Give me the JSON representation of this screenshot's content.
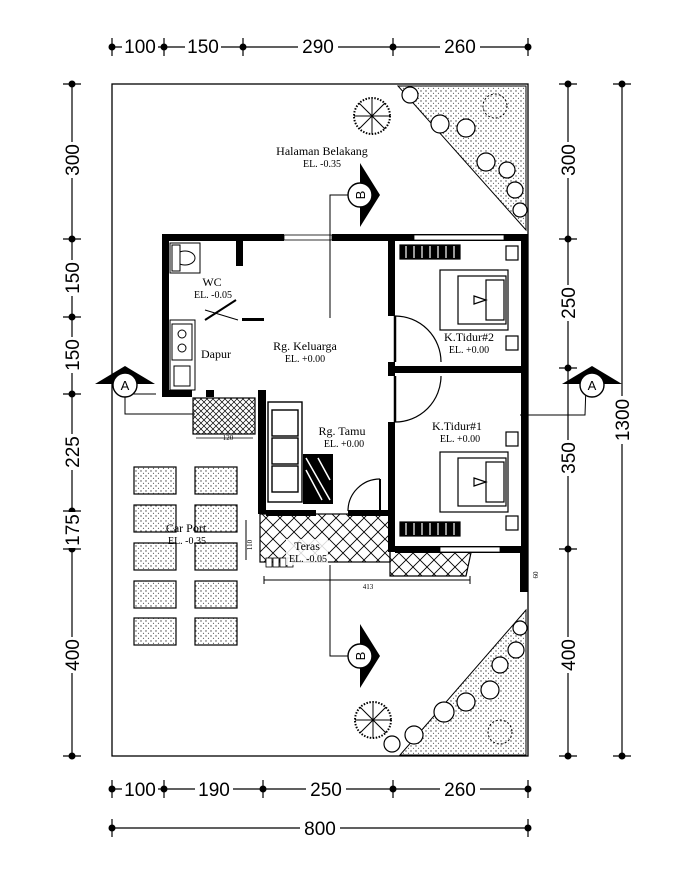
{
  "dimensions": {
    "top": [
      "100",
      "150",
      "290",
      "260"
    ],
    "bottom": [
      "100",
      "190",
      "250",
      "260"
    ],
    "total_width": "800",
    "left": [
      "300",
      "150",
      "150",
      "225",
      "175",
      "400"
    ],
    "right": [
      "300",
      "250",
      "350",
      "400"
    ],
    "total_height": "1300"
  },
  "rooms": {
    "backyard": {
      "name": "Halaman Belakang",
      "elevation": "EL. -0.35"
    },
    "wc": {
      "name": "WC",
      "elevation": "EL. -0.05"
    },
    "kitchen": {
      "name": "Dapur"
    },
    "family": {
      "name": "Rg. Keluarga",
      "elevation": "EL. +0.00"
    },
    "bedroom2": {
      "name": "K.Tidur#2",
      "elevation": "EL. +0.00"
    },
    "living": {
      "name": "Rg. Tamu",
      "elevation": "EL. +0.00"
    },
    "bedroom1": {
      "name": "K.Tidur#1",
      "elevation": "EL. +0.00"
    },
    "carport": {
      "name": "Car Port",
      "elevation": "EL. -0.35"
    },
    "terrace": {
      "name": "Teras",
      "elevation": "EL. -0.05"
    }
  },
  "sections": {
    "a": "A",
    "b": "B"
  },
  "small_labels": {
    "kitchen_bench": "120",
    "terrace_depth": "110",
    "terrace_width": "413",
    "step": "60"
  }
}
